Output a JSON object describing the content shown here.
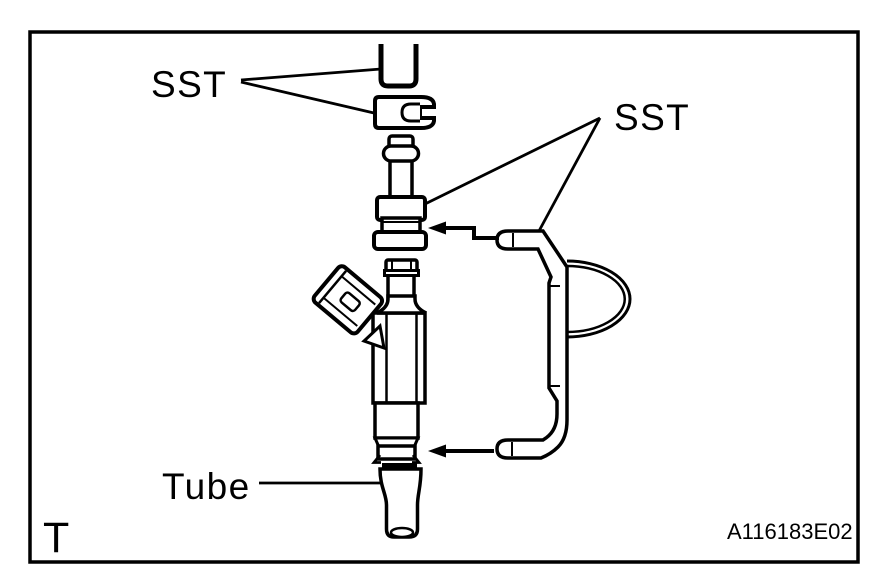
{
  "figure": {
    "labels": {
      "sst_top_left": "SST",
      "sst_right": "SST",
      "tube": "Tube"
    },
    "corner_letter": "T",
    "figure_code": "A116183E02",
    "colors": {
      "line": "#000000",
      "background": "#ffffff"
    }
  }
}
